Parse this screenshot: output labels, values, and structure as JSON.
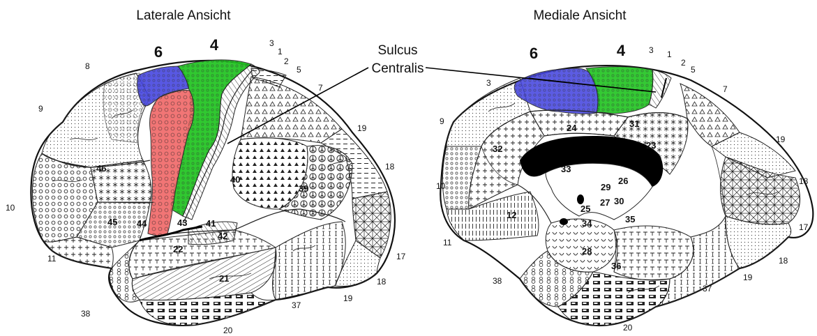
{
  "titles": {
    "lateral": "Laterale Ansicht",
    "medial": "Mediale Ansicht"
  },
  "sulcus": {
    "line1": "Sulcus",
    "line2": "Centralis"
  },
  "highlight_colors": {
    "area4": "#1fc41f",
    "area6": "#4646e0",
    "area44_45": "#f06a6a"
  },
  "lateral_labels": {
    "a6": "6",
    "a4": "4",
    "a3": "3",
    "a1": "1",
    "a2": "2",
    "a5": "5",
    "a7": "7",
    "a8": "8",
    "a9": "9",
    "a19": "19",
    "a46": "46",
    "a18": "18",
    "a40": "40",
    "a39": "39",
    "a10": "10",
    "a45": "45",
    "a44": "44",
    "a43": "43",
    "a41": "41",
    "a42": "42",
    "a22": "22",
    "a17": "17",
    "a11": "11",
    "a21": "21",
    "a18b": "18",
    "a19b": "19",
    "a37": "37",
    "a38": "38",
    "a20": "20"
  },
  "medial_labels": {
    "a6": "6",
    "a4": "4",
    "a3": "3",
    "a1": "1",
    "a2": "2",
    "a5": "5",
    "a7": "7",
    "a3b": "3",
    "a9": "9",
    "a31": "31",
    "a24": "24",
    "a23": "23",
    "a19": "19",
    "a32": "32",
    "a33": "33",
    "a18": "18",
    "a10": "10",
    "a26": "26",
    "a29": "29",
    "a12": "12",
    "a25": "25",
    "a27": "27",
    "a30": "30",
    "a35": "35",
    "a17": "17",
    "a34": "34",
    "a11": "11",
    "a28": "28",
    "a18b": "18",
    "a36": "36",
    "a38": "38",
    "a19b": "19",
    "a37": "37",
    "a20": "20"
  }
}
